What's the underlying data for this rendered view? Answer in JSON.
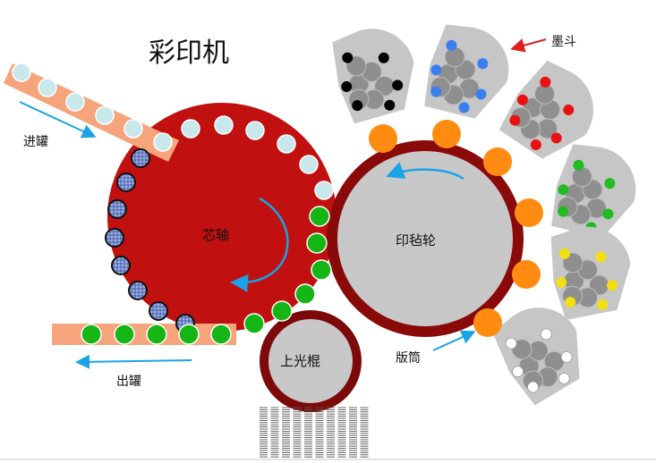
{
  "title": "彩印机",
  "labels": {
    "infeed": "进罐",
    "outfeed": "出罐",
    "mandrel_wheel": "芯轴",
    "blanket_wheel": "印毡轮",
    "varnish_roller": "上光棍",
    "plate_cylinder": "版筒",
    "ink_fountain": "墨斗"
  },
  "ink_colors": [
    "#000000",
    "#3a7ff0",
    "#e81010",
    "#22bb22",
    "#f2e010",
    "#ffffff"
  ],
  "colors": {
    "mandrel": "#c01010",
    "blanket_rim": "#8a0a0a",
    "blanket_face": "#c8c8c8",
    "plate": "#ff8c10",
    "conveyor": "#f5a47c",
    "can_blank": "#c8e8ec",
    "can_printed": "#15b515",
    "arrow": "#1aa3e6",
    "arrow_red": "#e02020",
    "fountain": "#c6c6c6"
  }
}
